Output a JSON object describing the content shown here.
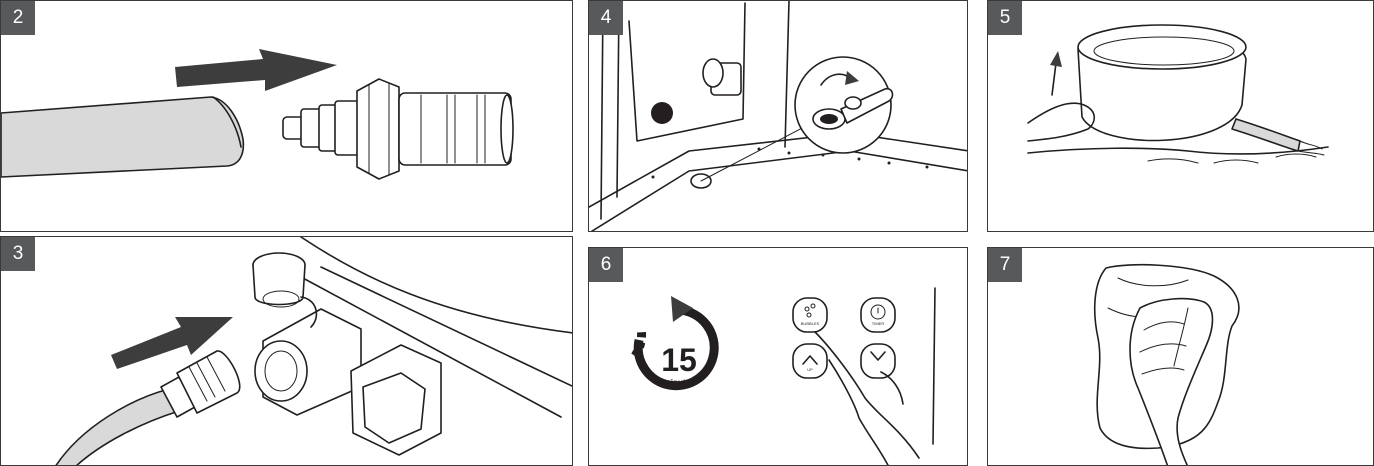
{
  "steps": [
    {
      "number": "2",
      "illustration": "hose-connector-insert"
    },
    {
      "number": "3",
      "illustration": "hose-to-drain-valve"
    },
    {
      "number": "4",
      "illustration": "drain-cap-open"
    },
    {
      "number": "5",
      "illustration": "tilt-spa-to-drain"
    },
    {
      "number": "6",
      "illustration": "bubble-run-timer"
    },
    {
      "number": "7",
      "illustration": "wipe-dry-cloth"
    }
  ],
  "timer": {
    "value": "15",
    "unit": "minutes"
  },
  "control_panel": {
    "bubble_label": "BUBBLES",
    "timer_label": "TIMER",
    "up_label": "UP"
  },
  "colors": {
    "badge": "#58595b",
    "line": "#231f20",
    "hose_fill": "#d9d9d9",
    "arrow": "#3d3d3d"
  }
}
